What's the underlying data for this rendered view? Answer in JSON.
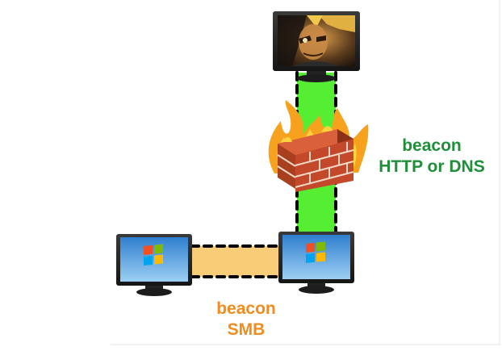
{
  "colors": {
    "http_link": "#55ee33",
    "smb_link": "#f9cc78",
    "http_text": "#1f8f3a",
    "smb_text": "#f28c1c"
  },
  "links": {
    "http": {
      "line1": "beacon",
      "line2": "HTTP or DNS"
    },
    "smb": {
      "line1": "beacon",
      "line2": "SMB"
    }
  },
  "icons": {
    "top_monitor": "monitor-with-portrait",
    "firewall": "firewall-brick-wall-with-flames",
    "host_monitors": "monitor-with-windows-logo"
  }
}
